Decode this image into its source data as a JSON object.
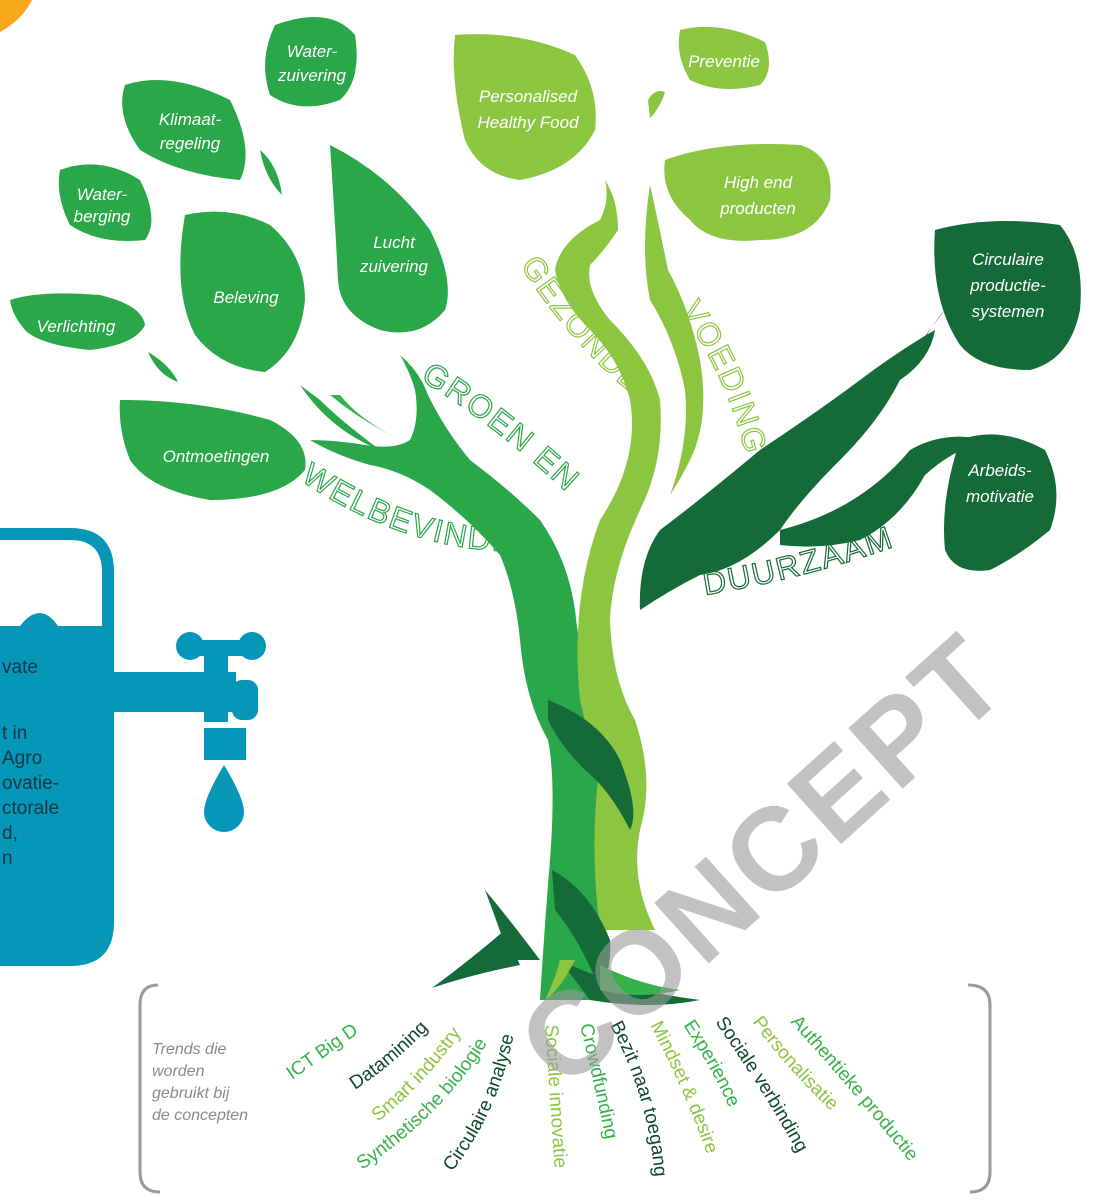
{
  "colors": {
    "leaf_green": "#2aa749",
    "lime": "#8cc640",
    "dark_green": "#146b38",
    "mid_green": "#35b24a",
    "water_blue": "#0596b8",
    "sun_orange": "#f7a81b",
    "bracket_grey": "#9a9a9a"
  },
  "branches": {
    "groen_en": "GROEN EN",
    "welbevinden": "WELBEVINDEN",
    "gezonde": "GEZONDE",
    "voeding": "VOEDING",
    "duurzaam": "DUURZAAM"
  },
  "leaves": {
    "waterzuivering": [
      "Water-",
      "zuivering"
    ],
    "klimaatregeling": [
      "Klimaat-",
      "regeling"
    ],
    "waterberging": [
      "Water-",
      "berging"
    ],
    "beleving": [
      "Beleving"
    ],
    "lucht_zuivering": [
      "Lucht",
      "zuivering"
    ],
    "verlichting": [
      "Verlichting"
    ],
    "ontmoetingen": [
      "Ontmoetingen"
    ],
    "personalised_food": [
      "Personalised",
      "Healthy Food"
    ],
    "preventie": [
      "Preventie"
    ],
    "high_end": [
      "High end",
      "producten"
    ],
    "circulaire": [
      "Circulaire",
      "productie-",
      "systemen"
    ],
    "arbeidsmotivatie": [
      "Arbeids-",
      "motivatie"
    ]
  },
  "water_panel": {
    "lines": [
      "vate",
      "",
      "t in",
      "Agro",
      "ovatie-",
      "ctorale",
      "d,",
      "n"
    ]
  },
  "trends_note": [
    "Trends die",
    "worden",
    "gebruikt bij",
    "de concepten"
  ],
  "trends": [
    {
      "label": "ICT Big Data",
      "color": "#35b24a"
    },
    {
      "label": "Datamining",
      "color": "#0d4a2b"
    },
    {
      "label": "Smart industry",
      "color": "#8cc640"
    },
    {
      "label": "Synthetische biologie",
      "color": "#35b24a"
    },
    {
      "label": "Circulaire analyse",
      "color": "#0d4a2b"
    },
    {
      "label": "Sociale innovatie",
      "color": "#8cc640"
    },
    {
      "label": "Crowdfunding",
      "color": "#35b24a"
    },
    {
      "label": "Bezit naar toegang",
      "color": "#0d4a2b"
    },
    {
      "label": "Mindset & desire",
      "color": "#8cc640"
    },
    {
      "label": "Experience",
      "color": "#35b24a"
    },
    {
      "label": "Sociale verbinding",
      "color": "#0d4a2b"
    },
    {
      "label": "Personalisatie",
      "color": "#8cc640"
    },
    {
      "label": "Authentieke productie",
      "color": "#35b24a"
    }
  ],
  "watermark": "CONCEPT"
}
